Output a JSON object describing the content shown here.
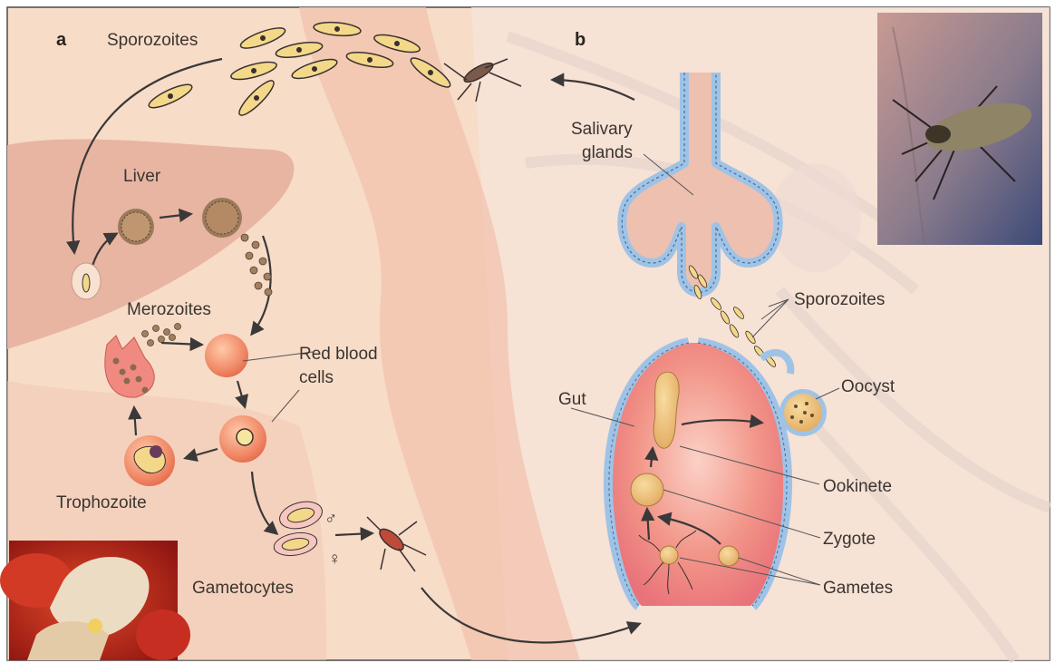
{
  "panels": {
    "a": "a",
    "b": "b"
  },
  "labels": {
    "sporozoites_a": "Sporozoites",
    "liver": "Liver",
    "merozoites": "Merozoites",
    "red_blood_line1": "Red blood",
    "red_blood_line2": "cells",
    "trophozoite": "Trophozoite",
    "gametocytes": "Gametocytes",
    "male_symbol": "♂",
    "female_symbol": "♀",
    "salivary_line1": "Salivary",
    "salivary_line2": "glands",
    "sporozoites_b": "Sporozoites",
    "gut": "Gut",
    "oocyst": "Oocyst",
    "ookinete": "Ookinete",
    "zygote": "Zygote",
    "gametes": "Gametes"
  },
  "colors": {
    "background": "#f6d9c4",
    "skin": "#f2c7b0",
    "liver": "#e9b7a5",
    "rbc": "#f08a68",
    "gut_fill": "#f19a90",
    "gut_wall": "#9fc3e6",
    "sporozoite": "#f3d889",
    "arrow": "#3a3838"
  }
}
